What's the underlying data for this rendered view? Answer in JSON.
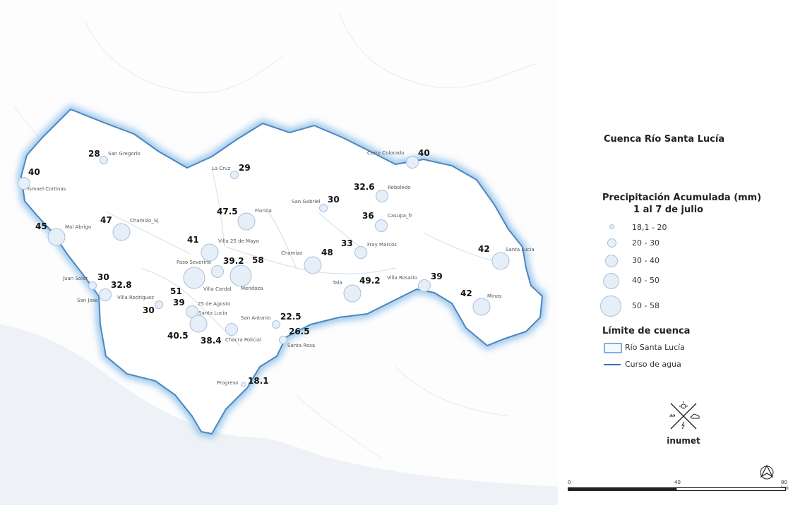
{
  "legend": {
    "title": "Cuenca Río Santa Lucía",
    "precip_title": "Precipitación Acumulada (mm)",
    "precip_period": "1 al 7 de julio",
    "size_classes": [
      {
        "label": "18,1 - 20"
      },
      {
        "label": "20 - 30"
      },
      {
        "label": "30 - 40"
      },
      {
        "label": "40 - 50"
      },
      {
        "label": "50 - 58"
      }
    ],
    "limit_title": "Límite de cuenca",
    "basin_label": "Río Santa Lucía",
    "river_label": "Curso de agua"
  },
  "logo": {
    "name": "inumet"
  },
  "scale": {
    "ticks": [
      "0",
      "40",
      "80 km"
    ]
  },
  "stations": [
    {
      "name": "San Gregorio",
      "value": "28",
      "mm": 28
    },
    {
      "name": "La Cruz",
      "value": "29",
      "mm": 29
    },
    {
      "name": "Ismael Cortinas",
      "value": "40",
      "mm": 40
    },
    {
      "name": "Cerro Colorado",
      "value": "40",
      "mm": 40
    },
    {
      "name": "Reboledo",
      "value": "32.6",
      "mm": 32.6
    },
    {
      "name": "San Gabriel",
      "value": "30",
      "mm": 30
    },
    {
      "name": "Florida",
      "value": "47.5",
      "mm": 47.5
    },
    {
      "name": "Chamizo_Sj",
      "value": "47",
      "mm": 47
    },
    {
      "name": "Casupa_fr",
      "value": "36",
      "mm": 36
    },
    {
      "name": "Mal Abrigo",
      "value": "45",
      "mm": 45
    },
    {
      "name": "Villa 25 de Mayo",
      "value": "41",
      "mm": 41
    },
    {
      "name": "Fray Marcos",
      "value": "33",
      "mm": 33
    },
    {
      "name": "Chamizo",
      "value": "48",
      "mm": 48
    },
    {
      "name": "Santa Lucia",
      "value": "42",
      "mm": 42
    },
    {
      "name": "Paso Severino",
      "value": "51",
      "mm": 51
    },
    {
      "name": "Villa Cardal",
      "value": "39.2",
      "mm": 39.2
    },
    {
      "name": "Mendoza",
      "value": "58",
      "mm": 58
    },
    {
      "name": "Tala",
      "value": "49.2",
      "mm": 49.2
    },
    {
      "name": "Villa Rosario",
      "value": "39",
      "mm": 39
    },
    {
      "name": "Juan Soler",
      "value": "30",
      "mm": 30
    },
    {
      "name": "San Jose",
      "value": "32.8",
      "mm": 32.8
    },
    {
      "name": "Villa Rodriguez",
      "value": "30",
      "mm": 30
    },
    {
      "name": "25 de Agosto",
      "value": "39",
      "mm": 39
    },
    {
      "name": "Minas",
      "value": "42",
      "mm": 42
    },
    {
      "name": "Santa Lucia",
      "value": "40.5",
      "mm": 40.5
    },
    {
      "name": "San Antonio",
      "value": "22.5",
      "mm": 22.5
    },
    {
      "name": "Chacra Policial",
      "value": "38.4",
      "mm": 38.4
    },
    {
      "name": "Santa Rosa",
      "value": "26.5",
      "mm": 26.5
    },
    {
      "name": "Progreso",
      "value": "18.1",
      "mm": 18.1
    }
  ]
}
